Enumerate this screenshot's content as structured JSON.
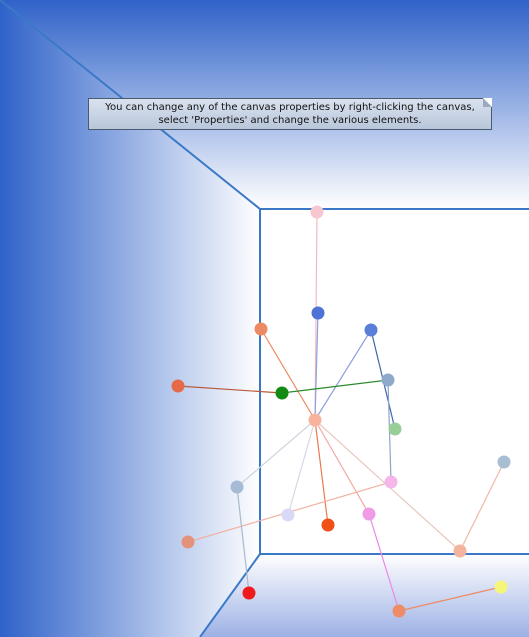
{
  "callout": {
    "line1": "You can change any of the canvas properties by right-clicking the canvas,",
    "line2": "select 'Properties' and change the various elements."
  },
  "colors": {
    "room_edge": "#3a78c8",
    "wall_gradient_dark": "#2f62c9",
    "wall_gradient_light": "#ffffff"
  },
  "graph": {
    "nodes": [
      {
        "id": "n-top-pink",
        "color": "#f6c7cf"
      },
      {
        "id": "n-blue-1",
        "color": "#4f72d6"
      },
      {
        "id": "n-orange-1",
        "color": "#ee8a63"
      },
      {
        "id": "n-blue-2",
        "color": "#5a7fd9"
      },
      {
        "id": "n-red-orange",
        "color": "#e56a4a"
      },
      {
        "id": "n-green",
        "color": "#138a13"
      },
      {
        "id": "n-grey-blue",
        "color": "#8fa9cc"
      },
      {
        "id": "n-hub-salmon",
        "color": "#f7b39d"
      },
      {
        "id": "n-light-green",
        "color": "#98cf98"
      },
      {
        "id": "n-steel",
        "color": "#a5bbd6"
      },
      {
        "id": "n-pink-light",
        "color": "#f5b6ea"
      },
      {
        "id": "n-lavender",
        "color": "#d8d8f7"
      },
      {
        "id": "n-orange-2",
        "color": "#f04f15"
      },
      {
        "id": "n-magenta-light",
        "color": "#ef9be6"
      },
      {
        "id": "n-steel-2",
        "color": "#a9bdd3"
      },
      {
        "id": "n-salmon-2",
        "color": "#e3937c"
      },
      {
        "id": "n-peach",
        "color": "#f3b39c"
      },
      {
        "id": "n-red",
        "color": "#f01a1a"
      },
      {
        "id": "n-coral",
        "color": "#ee8c6a"
      },
      {
        "id": "n-yellow",
        "color": "#f5f57a"
      }
    ],
    "edges": [
      {
        "from": "n-top-pink",
        "to": "n-hub-salmon",
        "color": "#f3b9c4"
      },
      {
        "from": "n-blue-1",
        "to": "n-hub-salmon",
        "color": "#8ea1e0"
      },
      {
        "from": "n-orange-1",
        "to": "n-hub-salmon",
        "color": "#ee8a63"
      },
      {
        "from": "n-blue-2",
        "to": "n-hub-salmon",
        "color": "#8aa0dd"
      },
      {
        "from": "n-red-orange",
        "to": "n-green",
        "color": "#b95a3a"
      },
      {
        "from": "n-green",
        "to": "n-grey-blue",
        "color": "#2a8a2a"
      },
      {
        "from": "n-blue-2",
        "to": "n-light-green",
        "color": "#3f64a8"
      },
      {
        "from": "n-grey-blue",
        "to": "n-pink-light",
        "color": "#8fa3c5"
      },
      {
        "from": "n-hub-salmon",
        "to": "n-steel",
        "color": "#cfd5dd"
      },
      {
        "from": "n-hub-salmon",
        "to": "n-lavender",
        "color": "#d8d8e8"
      },
      {
        "from": "n-hub-salmon",
        "to": "n-orange-2",
        "color": "#e77a52"
      },
      {
        "from": "n-hub-salmon",
        "to": "n-magenta-light",
        "color": "#f4a8a0"
      },
      {
        "from": "n-hub-salmon",
        "to": "n-peach",
        "color": "#e6c9c0"
      },
      {
        "from": "n-pink-light",
        "to": "n-salmon-2",
        "color": "#f1b2a2"
      },
      {
        "from": "n-steel-2",
        "to": "n-peach",
        "color": "#f0b9a5"
      },
      {
        "from": "n-magenta-light",
        "to": "n-coral",
        "color": "#e98ae3"
      },
      {
        "from": "n-steel",
        "to": "n-red",
        "color": "#a9b9cc"
      },
      {
        "from": "n-coral",
        "to": "n-yellow",
        "color": "#ef8a66"
      }
    ]
  }
}
